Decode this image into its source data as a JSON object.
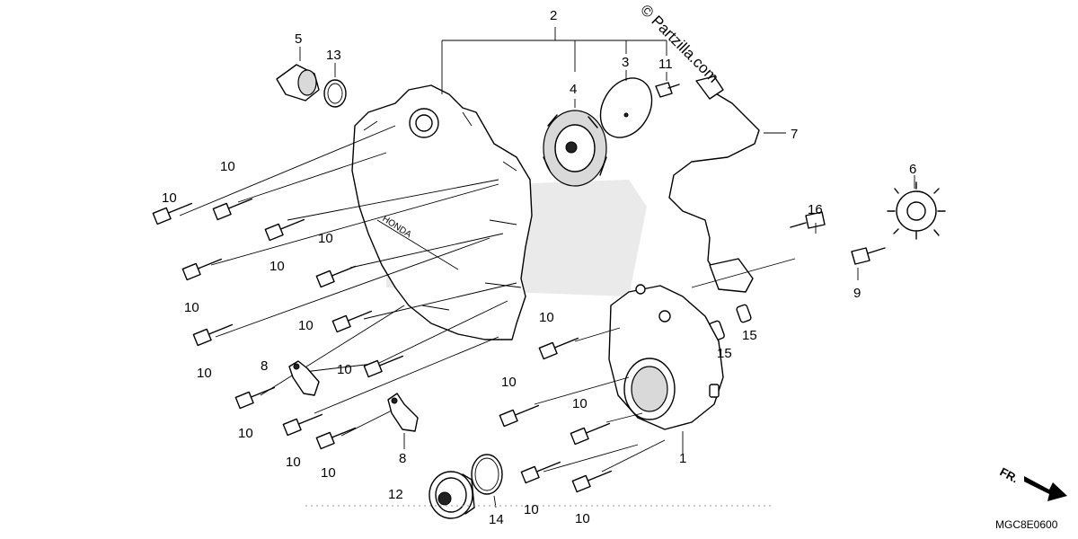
{
  "copyright": "© Partzilla.com",
  "diagram_code": "MGC8E0600",
  "direction_mark": "FR.",
  "callouts": [
    {
      "id": "c2",
      "text": "2"
    },
    {
      "id": "c3",
      "text": "3"
    },
    {
      "id": "c4",
      "text": "4"
    },
    {
      "id": "c5",
      "text": "5"
    },
    {
      "id": "c13",
      "text": "13"
    },
    {
      "id": "c11",
      "text": "11"
    },
    {
      "id": "c7",
      "text": "7"
    },
    {
      "id": "c6",
      "text": "6"
    },
    {
      "id": "c16",
      "text": "16"
    },
    {
      "id": "c9",
      "text": "9"
    },
    {
      "id": "c15a",
      "text": "15"
    },
    {
      "id": "c15b",
      "text": "15"
    },
    {
      "id": "c1",
      "text": "1"
    },
    {
      "id": "c12",
      "text": "12"
    },
    {
      "id": "c14",
      "text": "14"
    },
    {
      "id": "c8a",
      "text": "8"
    },
    {
      "id": "c8b",
      "text": "8"
    },
    {
      "id": "c10a",
      "text": "10"
    },
    {
      "id": "c10b",
      "text": "10"
    },
    {
      "id": "c10c",
      "text": "10"
    },
    {
      "id": "c10d",
      "text": "10"
    },
    {
      "id": "c10e",
      "text": "10"
    },
    {
      "id": "c10f",
      "text": "10"
    },
    {
      "id": "c10g",
      "text": "10"
    },
    {
      "id": "c10h",
      "text": "10"
    },
    {
      "id": "c10i",
      "text": "10"
    },
    {
      "id": "c10j",
      "text": "10"
    },
    {
      "id": "c10k",
      "text": "10"
    },
    {
      "id": "c10l",
      "text": "10"
    },
    {
      "id": "c10m",
      "text": "10"
    },
    {
      "id": "c10n",
      "text": "10"
    },
    {
      "id": "c10o",
      "text": "10"
    },
    {
      "id": "c10p",
      "text": "10"
    },
    {
      "id": "c10q",
      "text": "10"
    }
  ]
}
